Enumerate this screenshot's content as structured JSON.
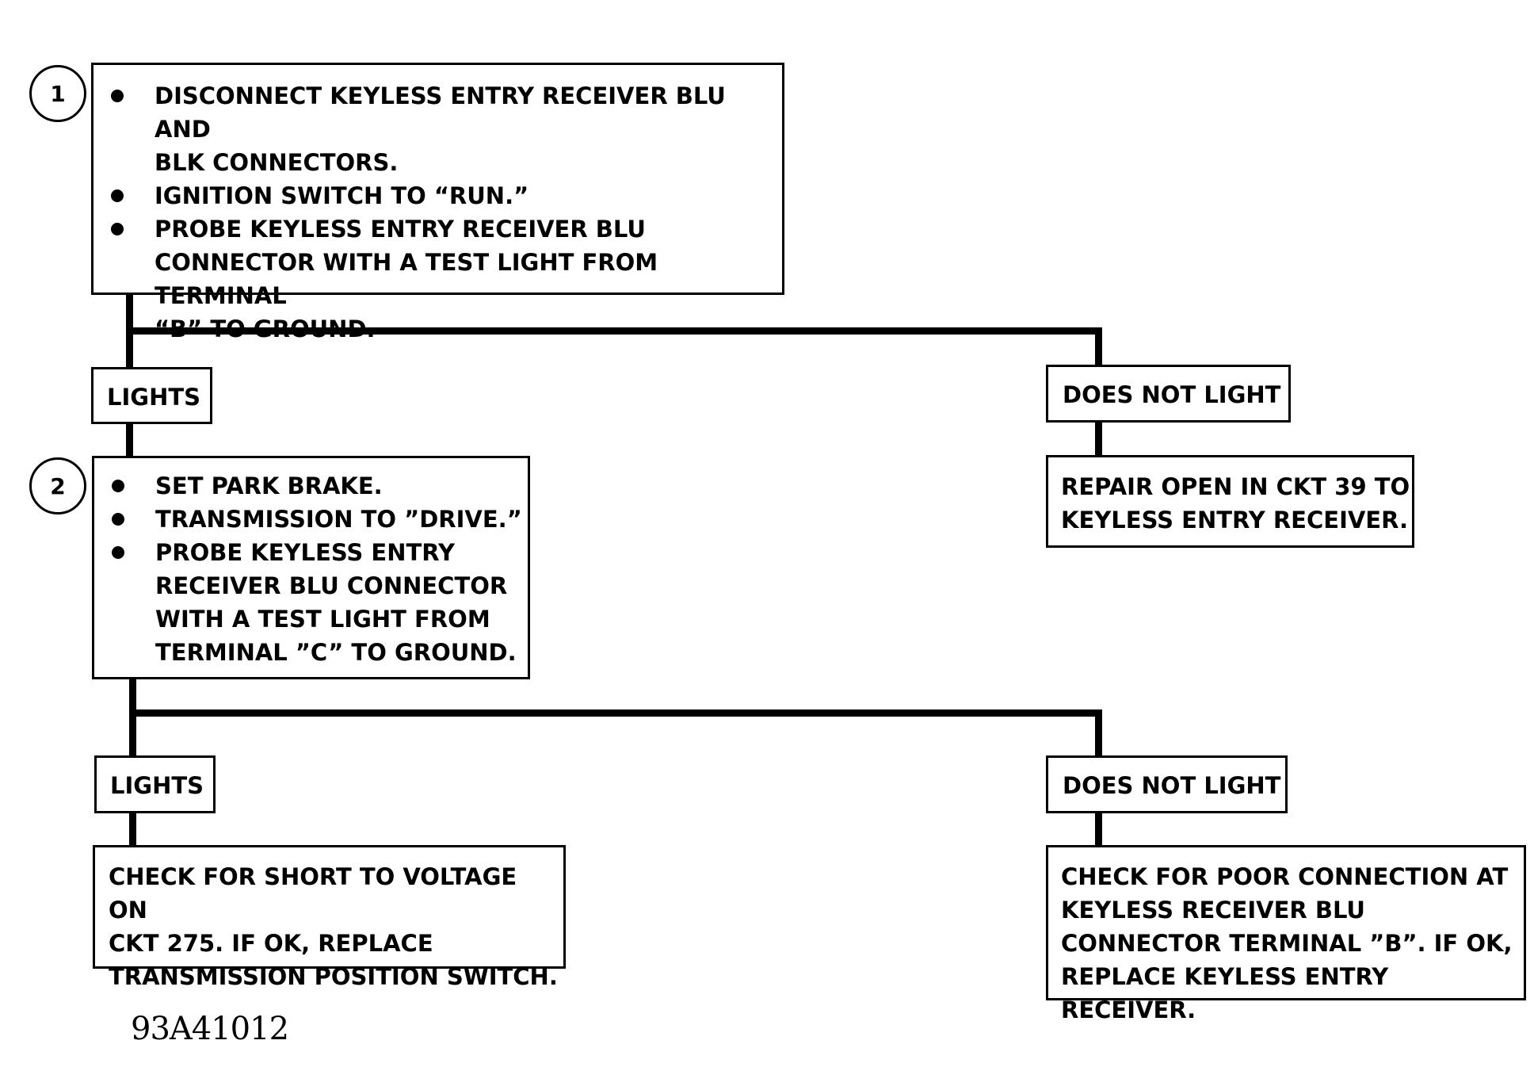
{
  "step1": {
    "number": "1",
    "bullets": [
      "DISCONNECT KEYLESS ENTRY RECEIVER BLU AND\nBLK CONNECTORS.",
      "IGNITION SWITCH TO “RUN.”",
      "PROBE KEYLESS ENTRY RECEIVER BLU\nCONNECTOR WITH A TEST LIGHT FROM TERMINAL\n“B” TO GROUND."
    ]
  },
  "branch1": {
    "lights_label": "LIGHTS",
    "does_not_light_label": "DOES NOT LIGHT",
    "does_not_light_result": "REPAIR OPEN IN CKT 39 TO\nKEYLESS ENTRY  RECEIVER."
  },
  "step2": {
    "number": "2",
    "bullets": [
      "SET PARK BRAKE.",
      "TRANSMISSION TO ”DRIVE.”",
      "PROBE KEYLESS ENTRY\nRECEIVER BLU CONNECTOR\nWITH A TEST LIGHT FROM\nTERMINAL ”C” TO GROUND."
    ]
  },
  "branch2": {
    "lights_label": "LIGHTS",
    "lights_result": "CHECK FOR SHORT TO VOLTAGE ON\nCKT 275.  IF OK, REPLACE\nTRANSMISSION POSITION SWITCH.",
    "does_not_light_label": "DOES NOT LIGHT",
    "does_not_light_result": "CHECK FOR POOR CONNECTION AT\nKEYLESS RECEIVER BLU\nCONNECTOR TERMINAL ”B”.  IF OK,\nREPLACE KEYLESS ENTRY RECEIVER."
  },
  "figure_id": "93A41012"
}
